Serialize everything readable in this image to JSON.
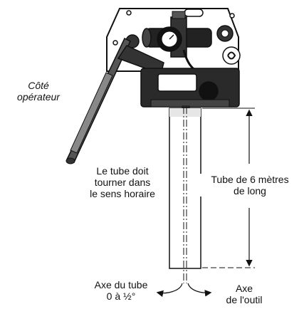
{
  "labels": {
    "operator_side_line1": "Côté",
    "operator_side_line2": "opérateur",
    "rotation_line1": "Le tube doit",
    "rotation_line2": "tourner dans",
    "rotation_line3": "le sens horaire",
    "length_line1": "Tube de 6 mètres",
    "length_line2": "de long",
    "tube_axis_line1": "Axe du tube",
    "tube_axis_line2": "0 à ½°",
    "tool_axis_line1": "Axe",
    "tool_axis_line2": "de l'outil"
  }
}
